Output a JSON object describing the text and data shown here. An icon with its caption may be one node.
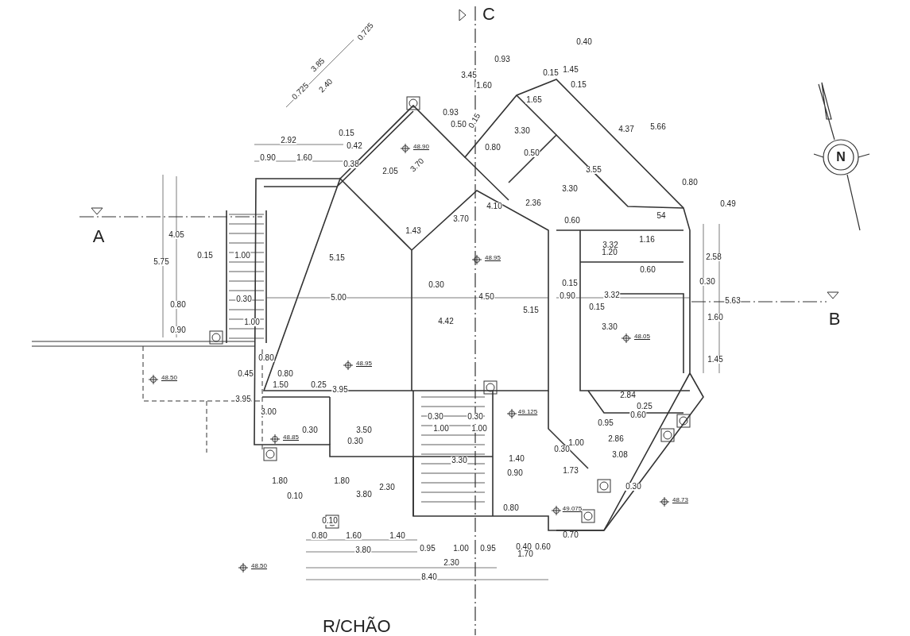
{
  "diagram": {
    "caption": "R/CHÃO",
    "labels": [
      "C",
      "0.725",
      "3.85",
      "0.725",
      "2.40",
      "0.40",
      "0.93",
      "3.45",
      "1.60",
      "0.15",
      "1.45",
      "0.15",
      "1.65",
      "0.93",
      "0.50",
      "0.15",
      "N",
      "3.30",
      "4.37",
      "5.66",
      "0.15",
      "2.92",
      "0.42",
      "48.90",
      "0.80",
      "0.50",
      "0.90",
      "1.60",
      "0.38",
      "2.05",
      "3.70",
      "3.55",
      "3.30",
      "0.80",
      "4.10",
      "2.36",
      "0.49",
      "A",
      "1.43",
      "3.70",
      "0.60",
      "54",
      "3.32",
      "1.16",
      "1.20",
      "4.05",
      "2.58",
      "48.95",
      "0.15",
      "1.00",
      "5.15",
      "5.75",
      "0.60",
      "0.30",
      "0.15",
      "0.30",
      "0.80",
      "0.30",
      "5.00",
      "4.50",
      "0.90",
      "3.32",
      "5.63",
      "B",
      "0.15",
      "5.15",
      "1.00",
      "0.90",
      "1.60",
      "4.42",
      "3.30",
      "48.05",
      "0.80",
      "48.95",
      "1.45",
      "48.50",
      "0.45",
      "0.80",
      "1.50",
      "0.25",
      "3.95",
      "2.84",
      "3.95",
      "0.25",
      "3.00",
      "0.30",
      "0.30",
      "49.125",
      "0.60",
      "0.95",
      "0.30",
      "3.50",
      "1.00",
      "1.00",
      "48.85",
      "0.30",
      "2.86",
      "1.00",
      "0.30",
      "3.08",
      "3.30",
      "1.40",
      "0.90",
      "1.73",
      "1.80",
      "1.80",
      "2.30",
      "0.30",
      "0.10",
      "3.80",
      "48.73",
      "0.80",
      "49.075",
      "0.10",
      "0.80",
      "1.60",
      "1.40",
      "0.70",
      "0.40",
      "0.60",
      "3.80",
      "0.95",
      "1.00",
      "0.95",
      "1.70",
      "48.50",
      "2.30",
      "8.40"
    ]
  }
}
